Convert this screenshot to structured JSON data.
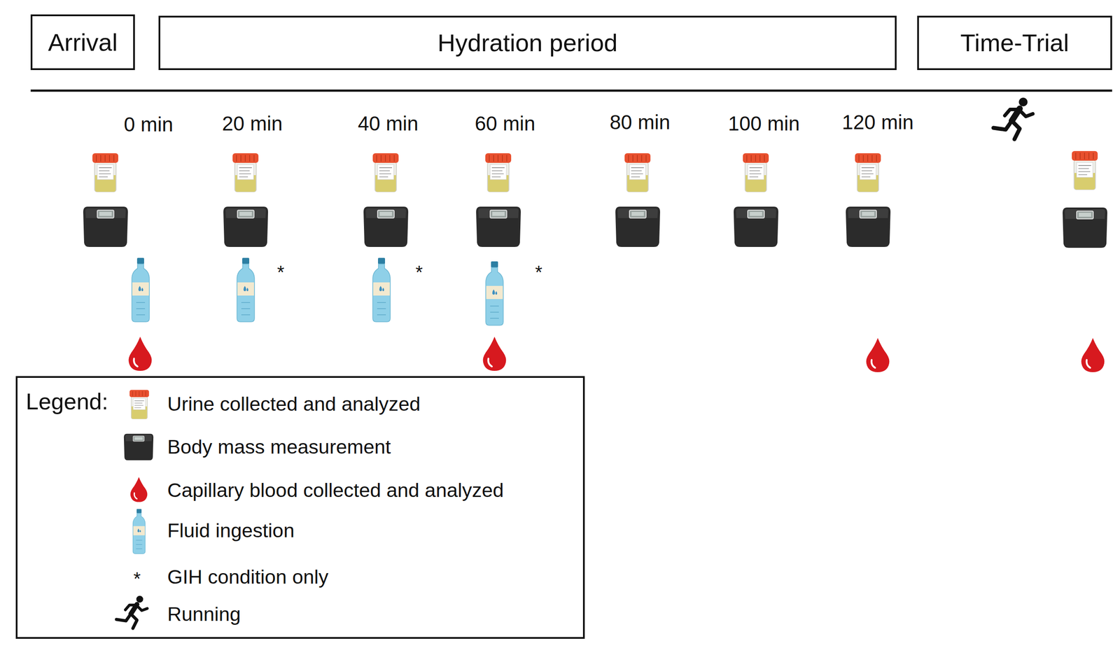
{
  "diagram": {
    "nodes": [
      {
        "text": [
          "Arrival"
        ]
      },
      {
        "text": [
          "Hydration period"
        ]
      },
      {
        "text": [
          "Time-Trial"
        ]
      }
    ],
    "labels": [
      "0 min",
      "20 min",
      "40 min",
      "60 min",
      "80 min",
      "100 min",
      "120 min",
      "*",
      "*",
      "*",
      "Legend:",
      "*"
    ],
    "legend": [
      {
        "text": "Urine collected and analyzed"
      },
      {
        "text": "Body mass measurement"
      },
      {
        "text": "Capillary blood collected and analyzed"
      },
      {
        "text": "Fluid ingestion"
      },
      {
        "text": "GIH condition only"
      },
      {
        "text": "Running"
      }
    ]
  }
}
